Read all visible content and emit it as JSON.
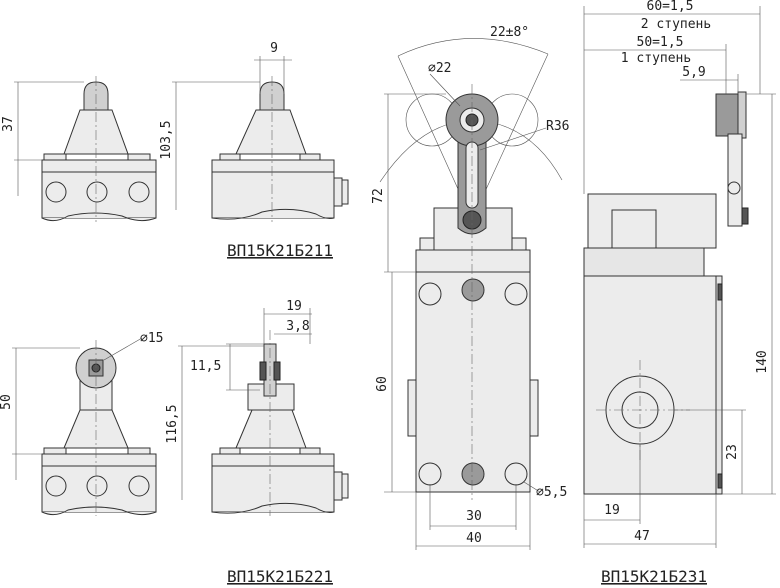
{
  "variants": {
    "b211": {
      "title": "ВП15К21Б211",
      "dims": {
        "height_plunger": "37",
        "height_total": "103,5",
        "plunger_width": "9"
      }
    },
    "b221": {
      "title": "ВП15К21Б221",
      "dims": {
        "height_roller": "50",
        "height_total": "116,5",
        "roller_diameter": "∅15",
        "roller_width": "19",
        "roller_axle": "3,8",
        "roller_offset": "11,5"
      }
    },
    "b231": {
      "title": "ВП15К21Б231",
      "dims": {
        "height_lever": "72",
        "height_body": "60",
        "roller_diameter": "∅22",
        "angle": "22±8°",
        "radius": "R36",
        "mount_hole": "∅5,5",
        "hole_spacing": "30",
        "body_width": "40",
        "stage2_value": "60=1,5",
        "stage2_label": "2 ступень",
        "stage1_value": "50=1,5",
        "stage1_label": "1 ступень",
        "lever_offset": "5,9",
        "height_total": "140",
        "hole_height": "23",
        "side_offset": "19",
        "side_width": "47"
      }
    }
  }
}
